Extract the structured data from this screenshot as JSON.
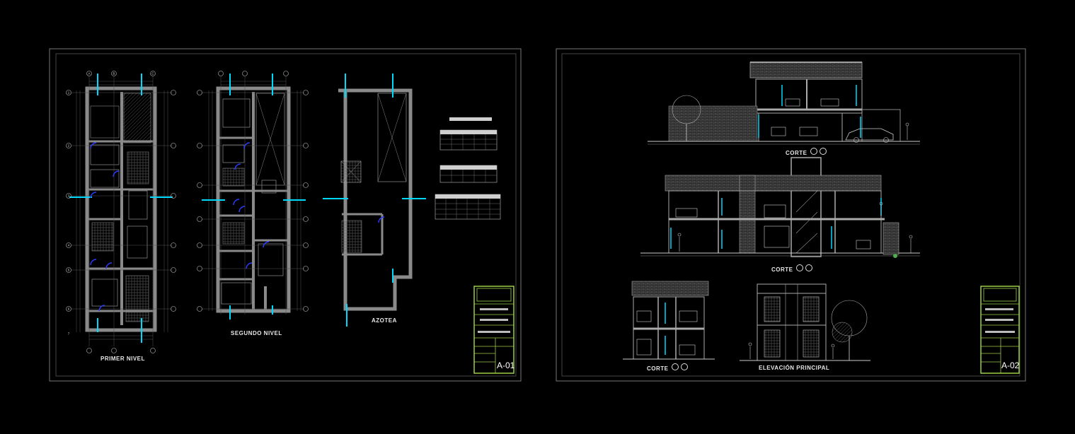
{
  "sheets": [
    {
      "sheet_number": "A-01",
      "views": [
        "PRIMER NIVEL",
        "SEGUNDO NIVEL",
        "AZOTEA"
      ]
    },
    {
      "sheet_number": "A-02",
      "views": [
        "CORTE",
        "CORTE",
        "CORTE",
        "ELEVACIÓN PRINCIPAL"
      ]
    }
  ],
  "grid_letters": [
    "A",
    "B",
    "C"
  ],
  "grid_numbers": [
    "1",
    "2",
    "3",
    "4",
    "5",
    "6",
    "7"
  ],
  "colors": {
    "background": "#000000",
    "line": "#c8c8c8",
    "wall": "#8a8a8a",
    "cyan": "#00d8ff",
    "blue": "#2a3cff",
    "green": "#9ccc44",
    "frame": "#7a7a7a"
  }
}
